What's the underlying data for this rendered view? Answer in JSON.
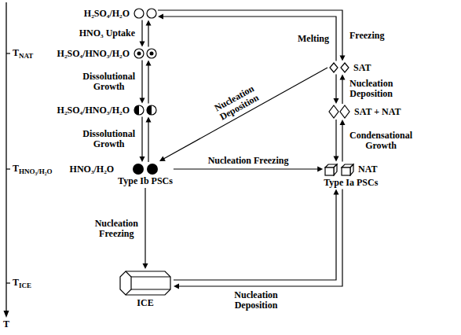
{
  "diagram": {
    "nodes": [
      {
        "text": [
          "H₂SO₄/H₂O"
        ]
      },
      {
        "text": [
          "H₂SO₄/HNO₃/H₂O"
        ]
      },
      {
        "text": [
          "H₂SO₄/HNO₃/H₂O"
        ]
      },
      {
        "text": [
          "HNO₃/H₂O",
          "Type Ib PSCs"
        ]
      },
      {
        "text": [
          "SAT"
        ]
      },
      {
        "text": [
          "SAT + NAT"
        ]
      },
      {
        "text": [
          "NAT",
          "Type Ia PSCs"
        ]
      },
      {
        "text": [
          "ICE"
        ]
      }
    ],
    "edges": [
      {
        "from": 0,
        "to": 4,
        "label": "Freezing",
        "arrow": "to"
      },
      {
        "from": 4,
        "to": 0,
        "label": "Melting",
        "arrow": "to"
      },
      {
        "from": 0,
        "to": 1,
        "label": "HNO₃ Uptake",
        "arrow": "both"
      },
      {
        "from": 1,
        "to": 2,
        "label": "Dissolutional Growth",
        "arrow": "both"
      },
      {
        "from": 2,
        "to": 3,
        "label": "Dissolutional Growth",
        "arrow": "both"
      },
      {
        "from": 4,
        "to": 5,
        "label": "Nucleation Deposition",
        "arrow": "both"
      },
      {
        "from": 5,
        "to": 6,
        "label": "Condensational Growth",
        "arrow": "both"
      },
      {
        "from": 4,
        "to": 3,
        "label": "Nucleation Deposition",
        "arrow": "to"
      },
      {
        "from": 3,
        "to": 6,
        "label": "Nucleation Freezing",
        "arrow": "to"
      },
      {
        "from": 3,
        "to": 7,
        "label": "Nucleation Freezing",
        "arrow": "to"
      },
      {
        "from": 7,
        "to": 6,
        "label": "Nucleation Deposition",
        "arrow": "both"
      }
    ],
    "labels": [
      "TNAT",
      "THNO₃/H₂O",
      "TICE",
      "T"
    ]
  }
}
